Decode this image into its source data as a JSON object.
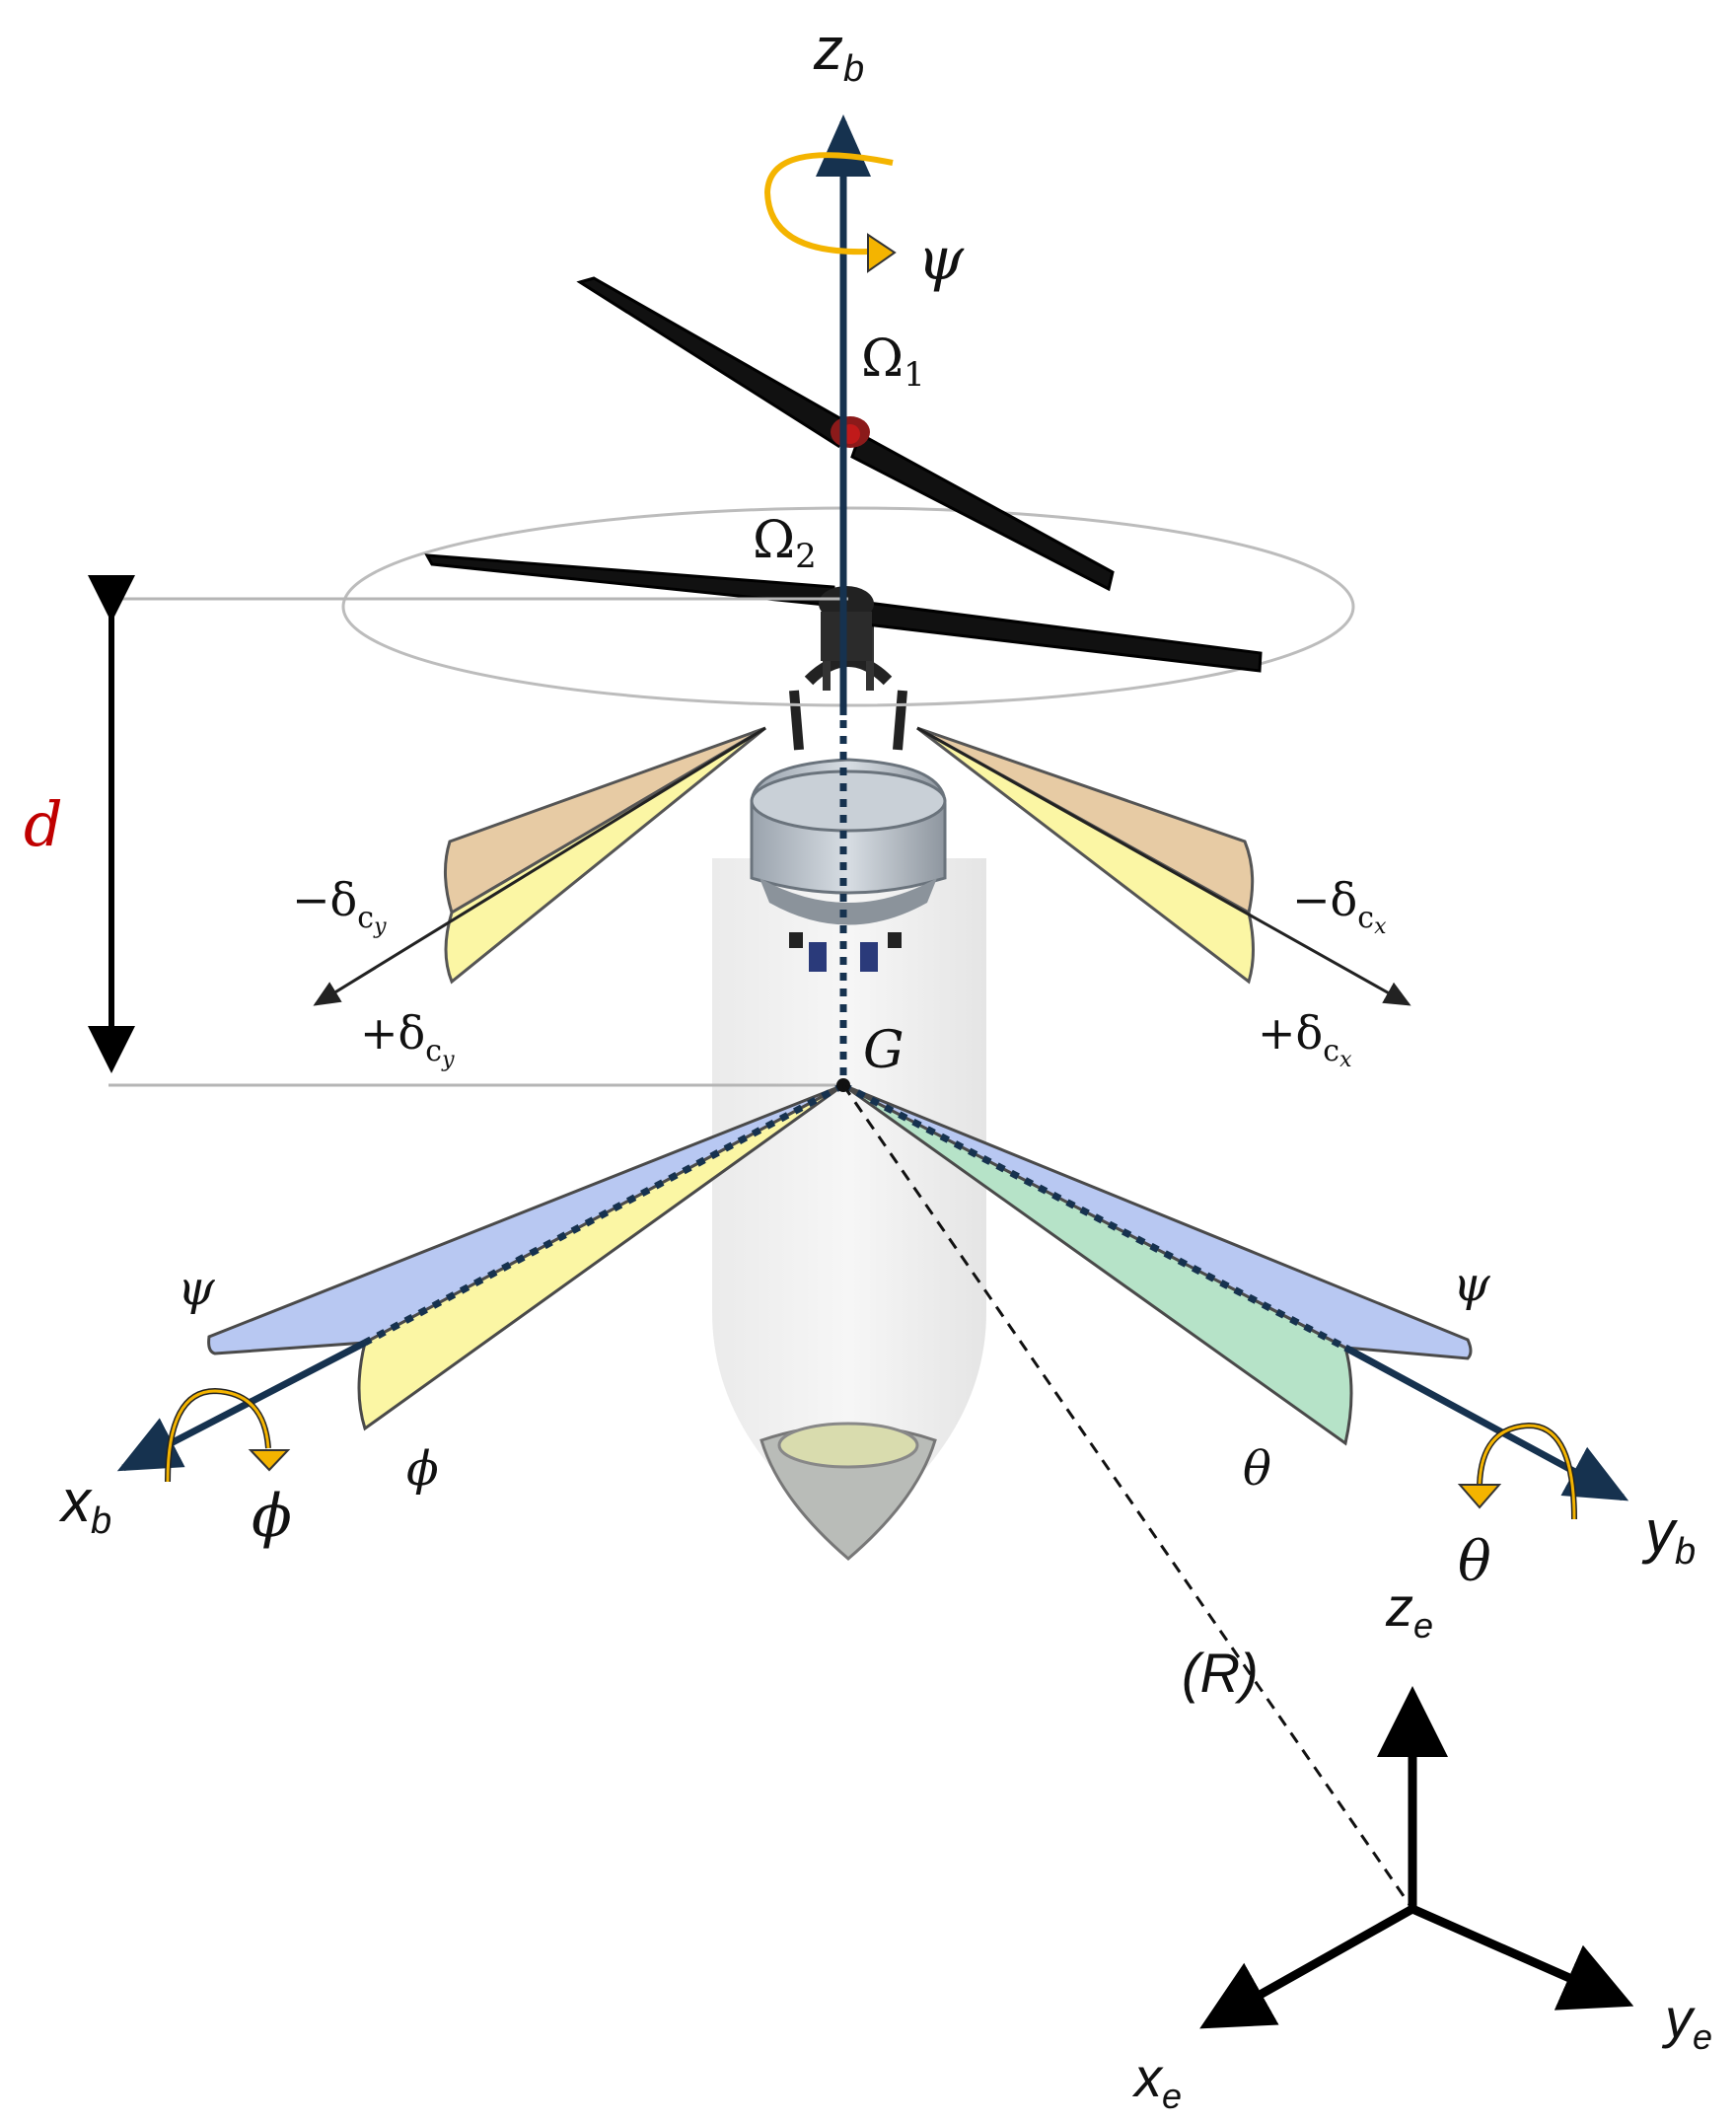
{
  "colors": {
    "axis": "#16324f",
    "black": "#000000",
    "rotation_arrow": "#f4b400",
    "d_label": "#c00000",
    "psi_wedge": "#b8c8f2",
    "phi_wedge": "#fbf6a4",
    "theta_wedge": "#b6e3c8",
    "cy_wedge_top": "#e7cba4",
    "cy_wedge_bottom": "#fbf6a4"
  },
  "labels": {
    "z_b_main": "z",
    "z_b_sub": "b",
    "x_b_main": "x",
    "x_b_sub": "b",
    "y_b_main": "y",
    "y_b_sub": "b",
    "psi_rot": "ψ",
    "phi_rot": "ϕ",
    "theta_rot": "θ",
    "omega1_main": "Ω",
    "omega1_sub": "1",
    "omega2_main": "Ω",
    "omega2_sub": "2",
    "d": "d",
    "minus_delta_cy_main": "−δ",
    "minus_delta_cy_sub": "c",
    "minus_delta_cy_subsub": "y",
    "plus_delta_cy_main": "+δ",
    "plus_delta_cy_sub": "c",
    "plus_delta_cy_subsub": "y",
    "minus_delta_cx_main": "−δ",
    "minus_delta_cx_sub": "c",
    "minus_delta_cx_subsub": "x",
    "plus_delta_cx_main": "+δ",
    "plus_delta_cx_sub": "c",
    "plus_delta_cx_subsub": "x",
    "G": "G",
    "psi_left": "ψ",
    "psi_right": "ψ",
    "phi_wedge": "ϕ",
    "theta_wedge": "θ",
    "R": "(R)",
    "z_e_main": "z",
    "z_e_sub": "e",
    "x_e_main": "x",
    "x_e_sub": "e",
    "y_e_main": "y",
    "y_e_sub": "e"
  },
  "icons": {
    "yaw_rotation": "curved-arrow-icon",
    "roll_rotation": "curved-arrow-icon",
    "pitch_rotation": "curved-arrow-icon",
    "rotor": "coaxial-rotor-icon",
    "body": "capsule-body-icon"
  }
}
